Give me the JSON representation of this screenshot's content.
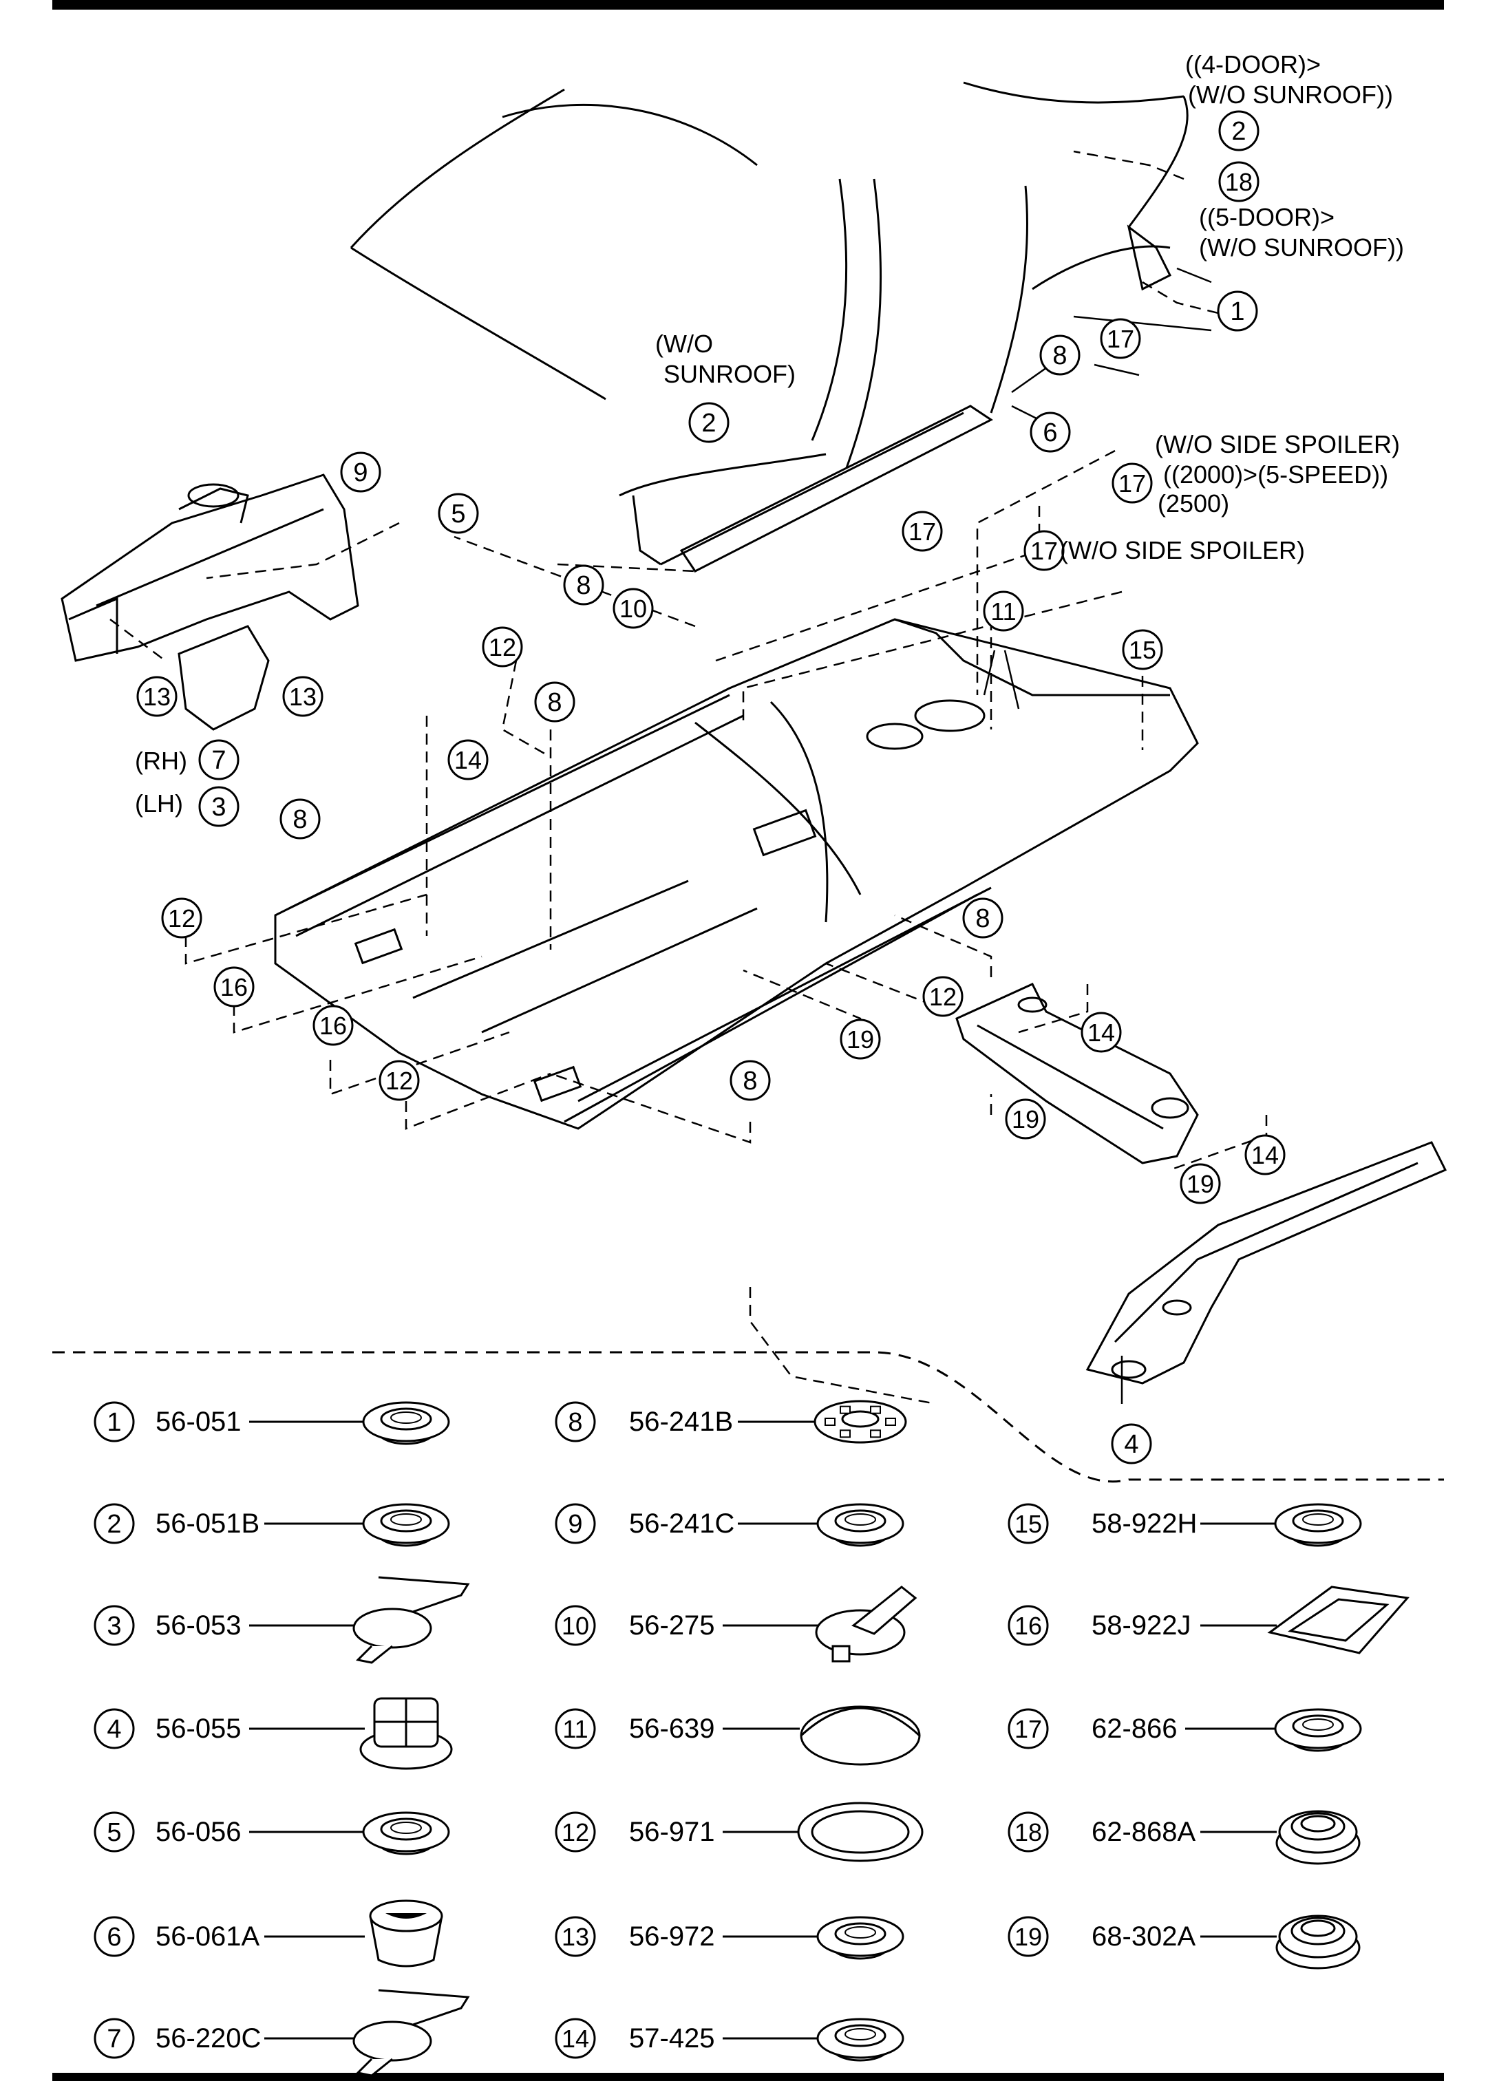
{
  "callouts": {
    "c1_top": "1",
    "c2_top": "2",
    "c18_top": "18",
    "c17_pillar": "17",
    "c8_pillar": "8",
    "c6_top": "6",
    "c2_roof": "2",
    "c8_sill": "8",
    "c10_sill": "10",
    "c17_sill": "17",
    "c17_spoiler_a": "17",
    "c17_spoiler_b": "17",
    "c5_main": "5",
    "c9_left": "9",
    "c13_left_a": "13",
    "c13_left_b": "13",
    "c7_left": "7",
    "c3_left": "3",
    "c12_a": "12",
    "c8_a": "8",
    "c14_a": "14",
    "c11_a": "11",
    "c15_a": "15",
    "c8_b": "8",
    "c12_b": "12",
    "c16_a": "16",
    "c16_b": "16",
    "c12_c": "12",
    "c8_c": "8",
    "c19_a": "19",
    "c12_d": "12",
    "c8_d": "8",
    "c14_b": "14",
    "c19_b": "19",
    "c14_c": "14",
    "c19_c": "19",
    "c4_main": "4"
  },
  "notes": {
    "four_door": "((4-DOOR)>",
    "wo_sunroof_a": "(W/O SUNROOF))",
    "five_door": "((5-DOOR)>",
    "wo_sunroof_b": "(W/O SUNROOF))",
    "wo_line1": "(W/O",
    "wo_line2": "SUNROOF)",
    "side_spoiler_a": "(W/O SIDE SPOILER)",
    "speed_2000": "((2000)>(5-SPEED))",
    "year_2500": "(2500)",
    "side_spoiler_b": "(W/O SIDE SPOILER)",
    "rh": "(RH)",
    "lh": "(LH)"
  },
  "legend": [
    {
      "num": "1",
      "part": "56-051",
      "icon": "plug-grommet-icon"
    },
    {
      "num": "2",
      "part": "56-051B",
      "icon": "plug-grommet-icon"
    },
    {
      "num": "3",
      "part": "56-053",
      "icon": "tape-patch-icon"
    },
    {
      "num": "4",
      "part": "56-055",
      "icon": "square-plug-icon"
    },
    {
      "num": "5",
      "part": "56-056",
      "icon": "plug-grommet-icon"
    },
    {
      "num": "6",
      "part": "56-061A",
      "icon": "cup-plug-icon"
    },
    {
      "num": "7",
      "part": "56-220C",
      "icon": "tape-patch-icon"
    },
    {
      "num": "8",
      "part": "56-241B",
      "icon": "slotted-plug-icon"
    },
    {
      "num": "9",
      "part": "56-241C",
      "icon": "plug-grommet-icon"
    },
    {
      "num": "10",
      "part": "56-275",
      "icon": "tab-plug-icon"
    },
    {
      "num": "11",
      "part": "56-639",
      "icon": "dome-plug-icon"
    },
    {
      "num": "12",
      "part": "56-971",
      "icon": "ring-grommet-icon"
    },
    {
      "num": "13",
      "part": "56-972",
      "icon": "plug-grommet-icon"
    },
    {
      "num": "14",
      "part": "57-425",
      "icon": "plug-grommet-icon"
    },
    {
      "num": "15",
      "part": "58-922H",
      "icon": "plug-grommet-icon"
    },
    {
      "num": "16",
      "part": "58-922J",
      "icon": "oblong-pad-icon"
    },
    {
      "num": "17",
      "part": "62-866",
      "icon": "plug-grommet-icon"
    },
    {
      "num": "18",
      "part": "62-868A",
      "icon": "stepped-grommet-icon"
    },
    {
      "num": "19",
      "part": "68-302A",
      "icon": "stepped-grommet-icon"
    }
  ]
}
